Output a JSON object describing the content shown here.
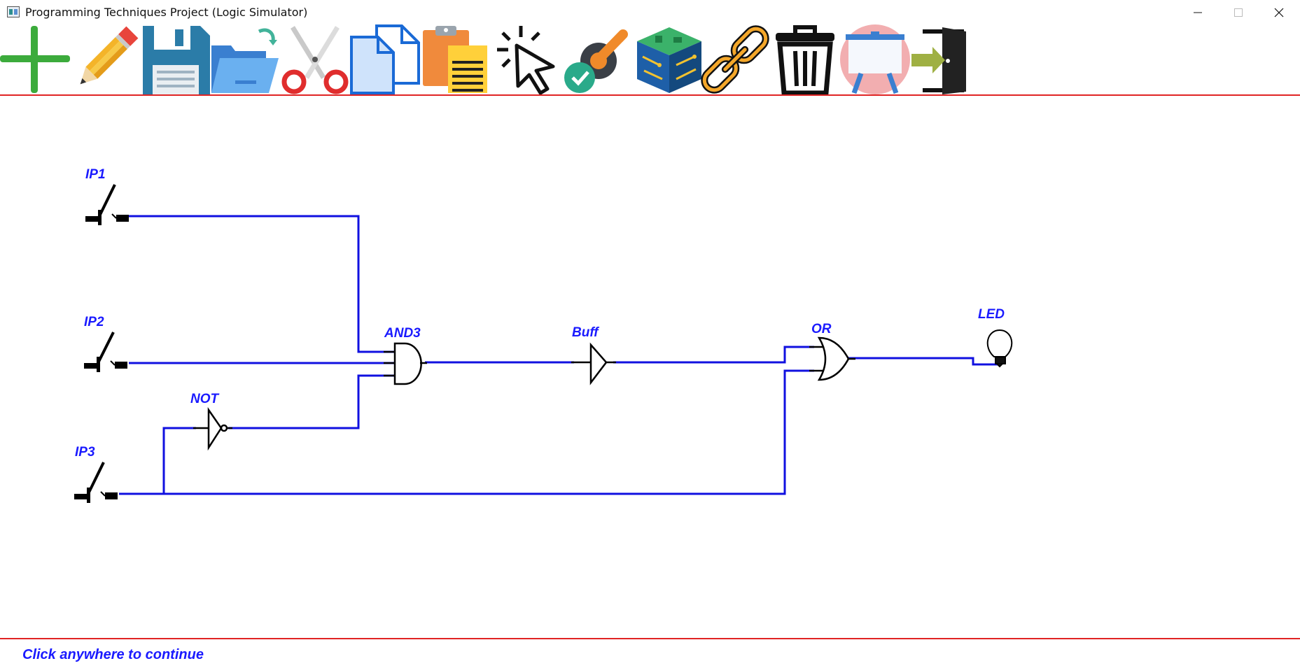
{
  "window": {
    "title": "Programming Techniques Project (Logic Simulator)"
  },
  "toolbar": {
    "tools": [
      {
        "name": "add-icon"
      },
      {
        "name": "edit-pencil-icon"
      },
      {
        "name": "save-floppy-icon"
      },
      {
        "name": "open-folder-icon"
      },
      {
        "name": "cut-scissors-icon"
      },
      {
        "name": "copy-icon"
      },
      {
        "name": "paste-clipboard-icon"
      },
      {
        "name": "select-cursor-icon"
      },
      {
        "name": "simulate-icon"
      },
      {
        "name": "circuit-board-icon"
      },
      {
        "name": "connect-link-icon"
      },
      {
        "name": "delete-trash-icon"
      },
      {
        "name": "design-board-icon"
      },
      {
        "name": "exit-door-icon"
      }
    ]
  },
  "circuit": {
    "labels": {
      "ip1": "IP1",
      "ip2": "IP2",
      "ip3": "IP3",
      "not": "NOT",
      "and3": "AND3",
      "buff": "Buff",
      "or": "OR",
      "led": "LED"
    }
  },
  "status": {
    "message": "Click anywhere to continue"
  },
  "colors": {
    "wire": "#1010e0",
    "label": "#1a1aff",
    "separator": "#e02424"
  }
}
